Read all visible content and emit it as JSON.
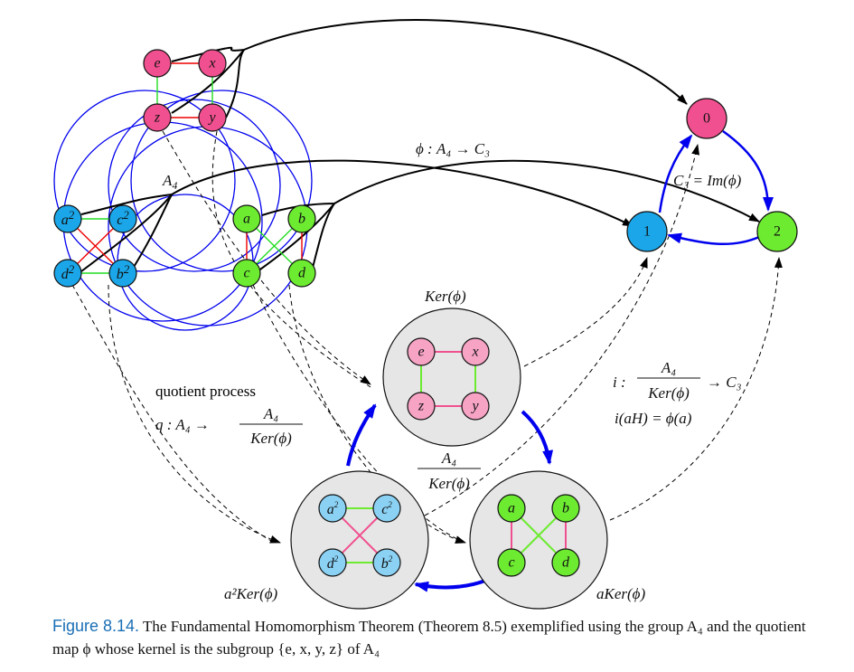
{
  "colors": {
    "kernel": "#f0508f",
    "kernel_light": "#f6a3c4",
    "coset_a2": "#1aa6e8",
    "coset_a2_light": "#8ad1f4",
    "coset_a": "#6ceb30",
    "coset_bg": "#e6e6e6",
    "blue_arrow": "#0000ee"
  },
  "a4": {
    "label": "A",
    "label_sub": "4",
    "kernel_nodes": [
      "e",
      "x",
      "z",
      "y"
    ],
    "coset_a2_nodes": [
      "a",
      "c",
      "d",
      "b"
    ],
    "coset_a2_sup": "2",
    "coset_a_nodes": [
      "a",
      "b",
      "c",
      "d"
    ]
  },
  "c3": {
    "nodes": [
      "0",
      "1",
      "2"
    ],
    "label": "C₃ = Im(ϕ)"
  },
  "phi_label": "ϕ : A₄ → C₃",
  "quotient": {
    "top_label": "Ker(ϕ)",
    "center_num": "A₄",
    "center_den": "Ker(ϕ)",
    "left_label": "a²Ker(ϕ)",
    "right_label": "aKer(ϕ)"
  },
  "quotient_process": {
    "title": "quotient process",
    "map": "q : A₄ →",
    "num": "A₄",
    "den": "Ker(ϕ)"
  },
  "iso": {
    "map": "i :",
    "num": "A₄",
    "den": "Ker(ϕ)",
    "arrow": "→ C₃",
    "formula": "i(aH) = ϕ(a)"
  },
  "caption": {
    "figure": "Figure 8.14.",
    "text": "The Fundamental Homomorphism Theorem (Theorem 8.5) exemplified using the group A₄ and the quotient map ϕ whose kernel is the subgroup {e, x, y, z} of A₄"
  }
}
